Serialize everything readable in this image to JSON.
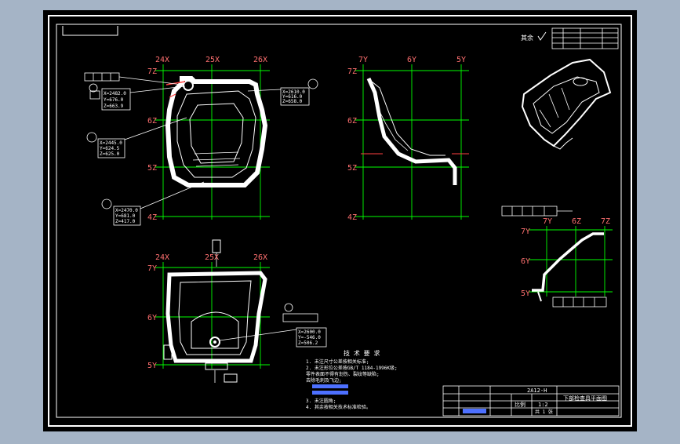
{
  "colors": {
    "backdrop": "#a5b4c6",
    "sheet": "#000000",
    "border": "#ffffff",
    "grid": "#00ff00",
    "axis_label": "#ff7070",
    "detail_line": "#ff4040",
    "annotation": "#ffffff",
    "hatch": "#4d70ff"
  },
  "views": {
    "top": {
      "x_labels": [
        "24X",
        "25X",
        "26X"
      ],
      "y_labels": [
        "7Z",
        "6Z",
        "5Z",
        "4Z"
      ]
    },
    "side": {
      "x_labels": [
        "7Y",
        "6Y",
        "5Y"
      ],
      "y_labels": [
        "7Z",
        "6Z",
        "5Z",
        "4Z"
      ]
    },
    "front": {
      "x_labels": [
        "24X",
        "25X",
        "26X"
      ],
      "y_labels": [
        "7Y",
        "6Y",
        "5Y"
      ]
    },
    "section": {
      "x_labels": [
        "7Y",
        "6Z",
        "7Z"
      ],
      "y_labels": [
        "7Y",
        "6Y",
        "5Y"
      ]
    }
  },
  "callouts": {
    "c1": {
      "lines": [
        "X=2482.0",
        "Y=676.0",
        "Z=663.9"
      ]
    },
    "c2": {
      "lines": [
        "X=2610.0",
        "Y=616.0",
        "Z=658.0"
      ]
    },
    "c3": {
      "lines": [
        "X=2445.0",
        "Y=624.5",
        "Z=625.0"
      ]
    },
    "c4": {
      "lines": [
        "X=2470.0",
        "Y=681.0",
        "Z=417.0"
      ]
    },
    "c5": {
      "lines": [
        "X=2600.0",
        "Y=-546.0",
        "Z=506.2"
      ]
    }
  },
  "tech_notes": {
    "title": "技 术 要 求",
    "items": [
      "1. 未注尺寸公差按相关标准;",
      "2. 未注形位公差按GB/T 1184-1996K级;",
      "   零件表面不得有划伤、裂纹等缺陷;",
      "   去除毛刺及飞边;",
      "3. 未注圆角;",
      "4. 其余按相关技术标准检验。"
    ]
  },
  "title_block": {
    "material": "2A12-H",
    "scale_label": "比例",
    "scale": "1:2",
    "part_name": "下部检查具平面图",
    "sheet_label": "共 1 张"
  },
  "finish_mark": "其余"
}
